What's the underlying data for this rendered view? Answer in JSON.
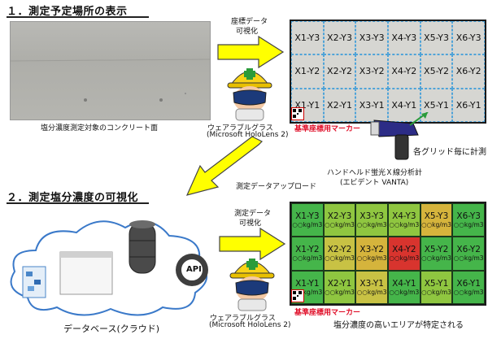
{
  "section1": {
    "title": "１．測定予定場所の表示",
    "concrete_caption": "塩分濃度測定対象のコンクリート面"
  },
  "section2": {
    "title": "２．測定塩分濃度の可視化",
    "db_caption": "データベース(クラウド)",
    "api_label": "API"
  },
  "arrow1_label": [
    "座標データ",
    "可視化"
  ],
  "arrow2_label": [
    "測定データ",
    "可視化"
  ],
  "upload_label": "測定データアップロード",
  "headset1": {
    "name": "ウェアラブルグラス",
    "model": "(Microsoft HoloLens 2)"
  },
  "headset2": {
    "name": "ウェアラブルグラス",
    "model": "(Microsoft HoloLens 2)"
  },
  "marker1_label": "基準座標用マーカー",
  "marker2_label": "基準座標用マーカー",
  "measure_note": "各グリッド毎に計測",
  "analyzer": {
    "name": "ハンドヘルド蛍光Ｘ線分析計",
    "model": "(エビデント VANTA)"
  },
  "result_caption": "塩分濃度の高いエリアが特定される",
  "grid_rows": [
    [
      "X1-Y3",
      "X2-Y3",
      "X3-Y3",
      "X4-Y3",
      "X5-Y3",
      "X6-Y3"
    ],
    [
      "X1-Y2",
      "X2-Y2",
      "X3-Y2",
      "X4-Y2",
      "X5-Y2",
      "X6-Y2"
    ],
    [
      "X1-Y1",
      "X2-Y1",
      "X3-Y1",
      "X4-Y1",
      "X5-Y1",
      "X6-Y1"
    ]
  ],
  "cell_value": "○○kg/m3",
  "heat_colors": [
    [
      "#45b54a",
      "#8fc640",
      "#8fc640",
      "#8fc640",
      "#d5b43c",
      "#45b54a"
    ],
    [
      "#45b54a",
      "#c8c244",
      "#d5b43c",
      "#d8342e",
      "#45b54a",
      "#45b54a"
    ],
    [
      "#45b54a",
      "#8fc640",
      "#c8c244",
      "#45b54a",
      "#8fc640",
      "#45b54a"
    ]
  ]
}
